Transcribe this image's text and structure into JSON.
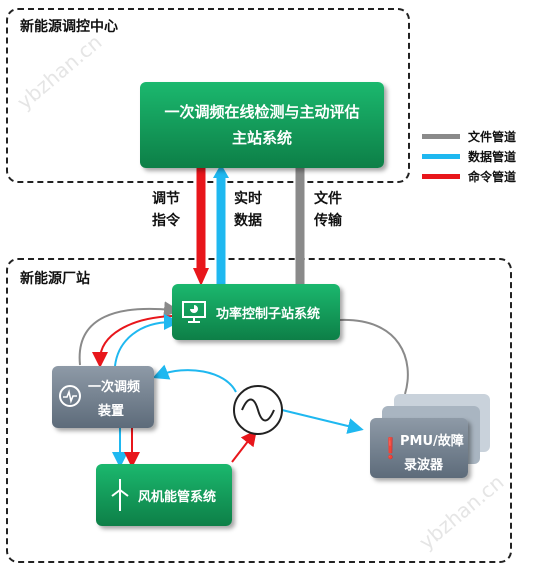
{
  "regions": {
    "center": "新能源调控中心",
    "station": "新能源厂站"
  },
  "main_system": {
    "line1": "一次调频在线检测与主动评估",
    "line2": "主站系统"
  },
  "legend": [
    {
      "label": "文件管道",
      "color": "#8a8a8a"
    },
    {
      "label": "数据管道",
      "color": "#1fb8f0"
    },
    {
      "label": "命令管道",
      "color": "#e8161b"
    }
  ],
  "pipes": {
    "cmd": {
      "line1": "调节",
      "line2": "指令"
    },
    "data": {
      "line1": "实时",
      "line2": "数据"
    },
    "file": {
      "line1": "文件",
      "line2": "传输"
    }
  },
  "nodes": {
    "power_control": "功率控制子站系统",
    "freq_device": {
      "line1": "一次调频",
      "line2": "装置"
    },
    "wind_mgmt": "风机能管系统",
    "pmu": {
      "line1": "PMU/故障",
      "line2": "录波器"
    }
  },
  "watermarks": [
    "ybzhan.cn",
    "ybzhan.cn"
  ]
}
